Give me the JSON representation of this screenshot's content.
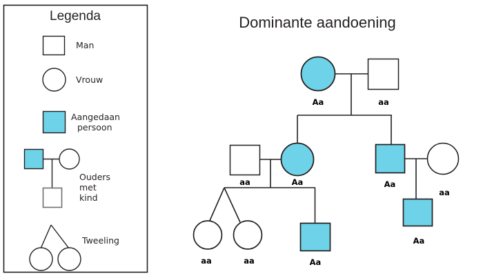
{
  "colors": {
    "affected_fill": "#6ED3E8",
    "unaffected_fill": "#FFFFFF",
    "stroke": "#231f20",
    "text": "#000000",
    "background": "#FFFFFF"
  },
  "legend": {
    "title": "Legenda",
    "items": [
      {
        "key": "man",
        "symbol": "square-unfilled",
        "label": "Man"
      },
      {
        "key": "vrouw",
        "symbol": "circle-unfilled",
        "label": "Vrouw"
      },
      {
        "key": "aangedaan",
        "symbol": "square-filled",
        "label_line1": "Aangedaan",
        "label_line2": "persoon"
      },
      {
        "key": "ouders-met-kind",
        "symbol": "couple-with-child",
        "label_line1": "Ouders",
        "label_line2": "met",
        "label_line3": "kind"
      },
      {
        "key": "tweeling",
        "symbol": "twin-circles",
        "label": "Tweeling"
      }
    ]
  },
  "pedigree": {
    "title": "Dominante aandoening",
    "generations": [
      {
        "id": "I",
        "individuals": [
          {
            "id": "I-1",
            "sex": "female",
            "shape": "circle",
            "affected": true,
            "genotype": "Aa"
          },
          {
            "id": "I-2",
            "sex": "male",
            "shape": "square",
            "affected": false,
            "genotype": "aa"
          }
        ]
      },
      {
        "id": "II",
        "individuals": [
          {
            "id": "II-1",
            "sex": "male",
            "shape": "square",
            "affected": false,
            "genotype": "aa"
          },
          {
            "id": "II-2",
            "sex": "female",
            "shape": "circle",
            "affected": true,
            "genotype": "Aa"
          },
          {
            "id": "II-3",
            "sex": "male",
            "shape": "square",
            "affected": true,
            "genotype": "Aa"
          },
          {
            "id": "II-4",
            "sex": "female",
            "shape": "circle",
            "affected": false,
            "genotype": "aa"
          }
        ]
      },
      {
        "id": "III",
        "individuals": [
          {
            "id": "III-1",
            "sex": "female",
            "shape": "circle",
            "affected": false,
            "genotype": "aa",
            "twin": true
          },
          {
            "id": "III-2",
            "sex": "female",
            "shape": "circle",
            "affected": false,
            "genotype": "aa",
            "twin": true
          },
          {
            "id": "III-3",
            "sex": "male",
            "shape": "square",
            "affected": true,
            "genotype": "Aa"
          },
          {
            "id": "III-4",
            "sex": "male",
            "shape": "square",
            "affected": true,
            "genotype": "Aa"
          }
        ]
      }
    ],
    "genotype_labels": {
      "g1_female": "Aa",
      "g1_male": "aa",
      "g2_left_male": "aa",
      "g2_left_female": "Aa",
      "g2_right_male": "Aa",
      "g2_right_female": "aa",
      "g3_twin_left": "aa",
      "g3_twin_right": "aa",
      "g3_middle": "Aa",
      "g3_right": "Aa"
    }
  }
}
